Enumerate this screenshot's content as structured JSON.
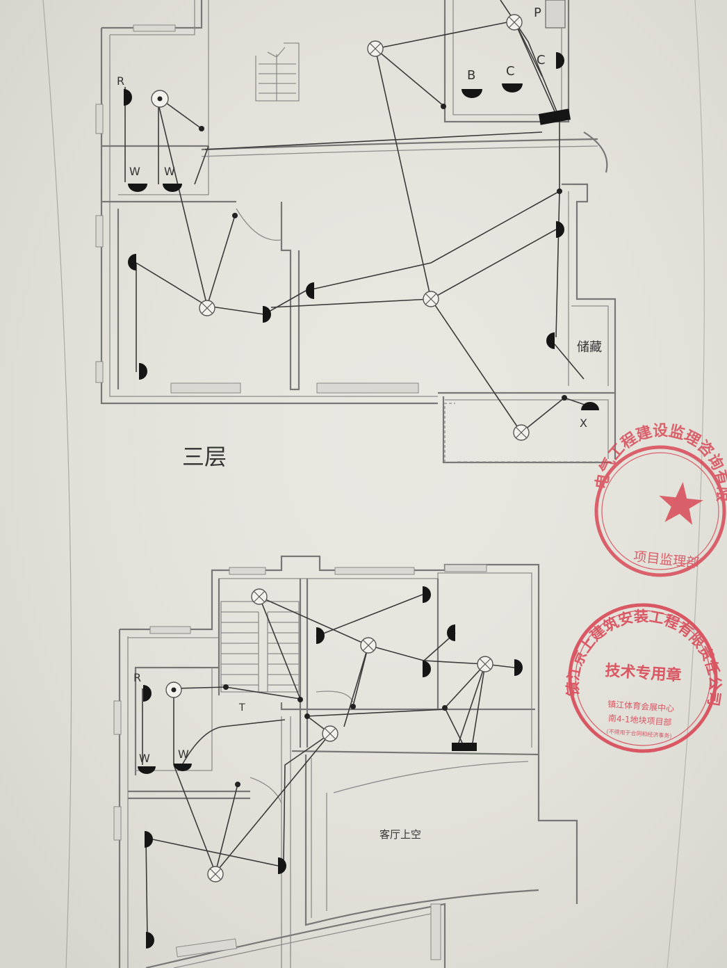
{
  "floor_3": {
    "title": "三层",
    "room_storage": "储藏",
    "tags": {
      "r": "R",
      "w1": "W",
      "w2": "W",
      "b": "B",
      "c1": "C",
      "c2": "C",
      "p": "P",
      "x": "X"
    }
  },
  "floor_2": {
    "room_void": "客厅上空",
    "tags": {
      "r": "R",
      "w1": "W",
      "w2": "W",
      "t": "T"
    }
  },
  "stamps": {
    "top": {
      "arc_text": "电气工程建设监理咨询有限",
      "line": "项目监理部"
    },
    "bottom": {
      "arc_text": "镇江京上建筑安装工程有限责任公司",
      "center": "技术专用章",
      "line1": "镇江体育会展中心",
      "line2": "南4-1地块项目部",
      "line3": "(不得用于合同和经济事务)"
    }
  },
  "colors": {
    "paper": "#e9e8e1",
    "wall": "#777777",
    "wire": "#3a3a3a",
    "stamp": "#d8404f"
  }
}
